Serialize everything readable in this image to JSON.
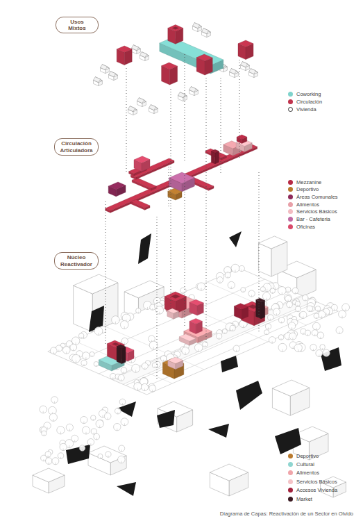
{
  "diagram": {
    "caption": "Diagrama de Capas: Reactivación de un Sector en Olvido",
    "nodes": [
      {
        "text": [
          "Usos Mixtos"
        ]
      },
      {
        "text": [
          "Circulación Articuladora"
        ]
      },
      {
        "text": [
          "Núcleo Reactivador"
        ]
      }
    ],
    "legend": [
      {
        "text": "Coworking",
        "color": "#7fd3cc"
      },
      {
        "text": "Circulación",
        "color": "#c0334d"
      },
      {
        "text": "Vivienda"
      },
      {
        "text": "Mezzanine",
        "color": "#b72a45"
      },
      {
        "text": "Deportivo",
        "color": "#b97a2e"
      },
      {
        "text": "Áreas Comunales",
        "color": "#8e2a5a"
      },
      {
        "text": "Alimentos",
        "color": "#e8a0a8"
      },
      {
        "text": "Servicios Básicos",
        "color": "#f2bcc2"
      },
      {
        "text": "Bar - Cafeteria",
        "color": "#c06aa3"
      },
      {
        "text": "Oficinas",
        "color": "#d94a6a"
      },
      {
        "text": "Deportivo",
        "color": "#b97a2e"
      },
      {
        "text": "Cultural",
        "color": "#8fd5d0"
      },
      {
        "text": "Alimentos",
        "color": "#f0a5aa"
      },
      {
        "text": "Servicios Básicos",
        "color": "#f4c3c7"
      },
      {
        "text": "Accesos Vivienda",
        "color": "#a2223c"
      },
      {
        "text": "Market",
        "color": "#3b1a22"
      }
    ]
  }
}
